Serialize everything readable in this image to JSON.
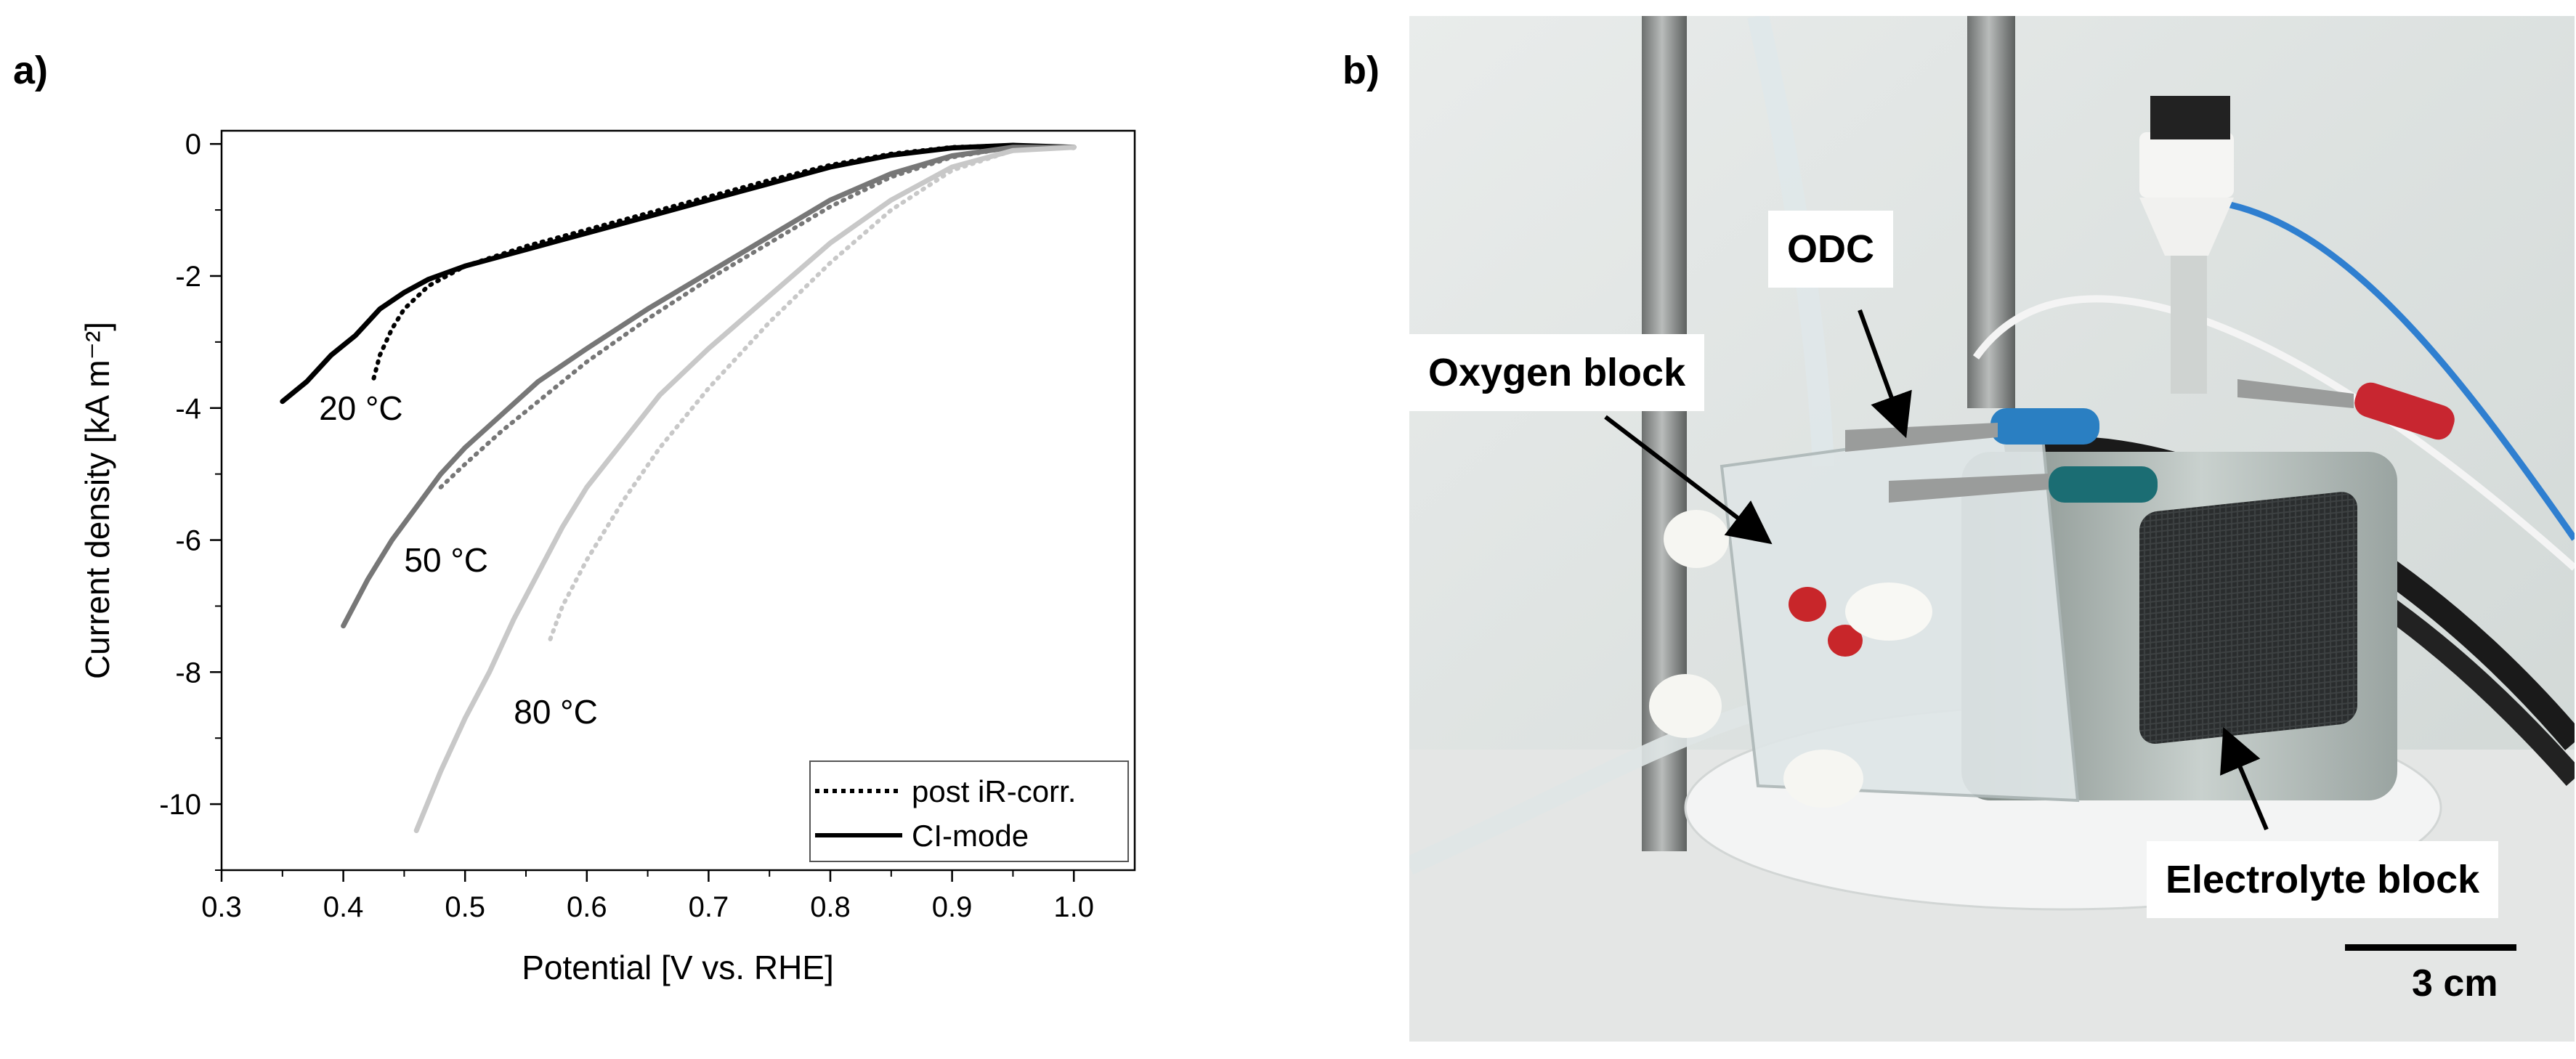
{
  "panels": {
    "a": "a)",
    "b": "b)"
  },
  "chart_data": {
    "type": "line",
    "title": "",
    "xlabel": "Potential [V vs. RHE]",
    "ylabel": "Current density [kA m⁻²]",
    "xlim": [
      0.3,
      1.05
    ],
    "ylim": [
      -11,
      0.2
    ],
    "xticks": [
      0.3,
      0.4,
      0.5,
      0.6,
      0.7,
      0.8,
      0.9,
      1.0
    ],
    "xtick_labels": [
      "0.3",
      "0.4",
      "0.5",
      "0.6",
      "0.7",
      "0.8",
      "0.9",
      "1.0"
    ],
    "yticks": [
      0,
      -2,
      -4,
      -6,
      -8,
      -10
    ],
    "ytick_labels": [
      "0",
      "-2",
      "-4",
      "-6",
      "-8",
      "-10"
    ],
    "grid": false,
    "legend_position": "bottom-right",
    "legend": [
      {
        "label": "post iR-corr.",
        "style": "dotted"
      },
      {
        "label": "CI-mode",
        "style": "solid"
      }
    ],
    "annotations": [
      {
        "text": "20 °C",
        "x": 0.38,
        "y": -4.0
      },
      {
        "text": "50 °C",
        "x": 0.45,
        "y": -6.3
      },
      {
        "text": "80 °C",
        "x": 0.54,
        "y": -8.6
      }
    ],
    "series": [
      {
        "temperature": "20 °C",
        "style": "solid",
        "color": "#000000",
        "x": [
          0.35,
          0.37,
          0.39,
          0.41,
          0.43,
          0.45,
          0.47,
          0.5,
          0.55,
          0.6,
          0.65,
          0.7,
          0.75,
          0.8,
          0.85,
          0.9,
          0.95,
          1.0
        ],
        "y": [
          -3.9,
          -3.6,
          -3.2,
          -2.9,
          -2.5,
          -2.25,
          -2.05,
          -1.85,
          -1.6,
          -1.35,
          -1.1,
          -0.85,
          -0.6,
          -0.35,
          -0.17,
          -0.06,
          -0.02,
          -0.05
        ]
      },
      {
        "temperature": "20 °C",
        "style": "dotted",
        "color": "#000000",
        "x": [
          0.425,
          0.43,
          0.44,
          0.45,
          0.47,
          0.5,
          0.55,
          0.6,
          0.65,
          0.7,
          0.75,
          0.8,
          0.85,
          0.9,
          0.95,
          1.0
        ],
        "y": [
          -3.55,
          -3.2,
          -2.8,
          -2.5,
          -2.15,
          -1.85,
          -1.55,
          -1.3,
          -1.05,
          -0.8,
          -0.55,
          -0.32,
          -0.15,
          -0.05,
          -0.02,
          -0.05
        ]
      },
      {
        "temperature": "50 °C",
        "style": "solid",
        "color": "#777777",
        "x": [
          0.4,
          0.42,
          0.44,
          0.46,
          0.48,
          0.5,
          0.53,
          0.56,
          0.6,
          0.65,
          0.7,
          0.75,
          0.8,
          0.85,
          0.9,
          0.95,
          1.0
        ],
        "y": [
          -7.3,
          -6.6,
          -6.0,
          -5.5,
          -5.0,
          -4.6,
          -4.1,
          -3.6,
          -3.1,
          -2.5,
          -1.95,
          -1.4,
          -0.85,
          -0.45,
          -0.18,
          -0.05,
          -0.05
        ]
      },
      {
        "temperature": "50 °C",
        "style": "dotted",
        "color": "#777777",
        "x": [
          0.48,
          0.5,
          0.53,
          0.56,
          0.6,
          0.65,
          0.7,
          0.75,
          0.8,
          0.85,
          0.9,
          0.95,
          1.0
        ],
        "y": [
          -5.2,
          -4.85,
          -4.35,
          -3.9,
          -3.3,
          -2.65,
          -2.05,
          -1.5,
          -0.95,
          -0.5,
          -0.2,
          -0.05,
          -0.05
        ]
      },
      {
        "temperature": "80 °C",
        "style": "solid",
        "color": "#c8c8c8",
        "x": [
          0.46,
          0.48,
          0.5,
          0.52,
          0.54,
          0.56,
          0.58,
          0.6,
          0.63,
          0.66,
          0.7,
          0.75,
          0.8,
          0.85,
          0.9,
          0.95,
          1.0
        ],
        "y": [
          -10.4,
          -9.5,
          -8.7,
          -8.0,
          -7.2,
          -6.5,
          -5.8,
          -5.2,
          -4.5,
          -3.8,
          -3.1,
          -2.3,
          -1.5,
          -0.85,
          -0.35,
          -0.1,
          -0.05
        ]
      },
      {
        "temperature": "80 °C",
        "style": "dotted",
        "color": "#c8c8c8",
        "x": [
          0.57,
          0.58,
          0.6,
          0.63,
          0.66,
          0.7,
          0.75,
          0.8,
          0.85,
          0.9,
          0.95,
          1.0
        ],
        "y": [
          -7.5,
          -7.0,
          -6.3,
          -5.4,
          -4.6,
          -3.7,
          -2.7,
          -1.8,
          -1.0,
          -0.4,
          -0.1,
          -0.05
        ]
      }
    ]
  },
  "photo": {
    "labels": {
      "odc": "ODC",
      "oxygen_block": "Oxygen block",
      "electrolyte_block": "Electrolyte block"
    },
    "scale_bar": "3 cm"
  }
}
